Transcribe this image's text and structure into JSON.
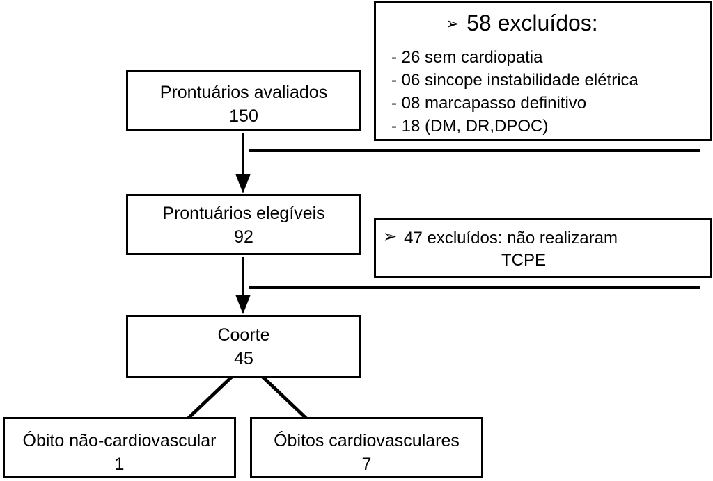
{
  "boxes": {
    "avaliados": {
      "label": "Prontuários avaliados",
      "value": "150"
    },
    "elegiveis": {
      "label": "Prontuários elegíveis",
      "value": "92"
    },
    "coorte": {
      "label": "Coorte",
      "value": "45"
    },
    "obito_nao_cardiovascular": {
      "label": "Óbito não-cardiovascular",
      "value": "1"
    },
    "obitos_cardiovasculares": {
      "label": "Óbitos cardiovasculares",
      "value": "7"
    }
  },
  "exclusions_first": {
    "title": "58 excluídos:",
    "items": [
      "- 26 sem cardiopatia",
      "- 06 sincope instabilidade elétrica",
      "- 08 marcapasso definitivo",
      "- 18 (DM, DR,DPOC)"
    ]
  },
  "exclusions_second": {
    "line1": "47 excluídos: não realizaram",
    "line2": "TCPE"
  },
  "icons": {
    "bullet": "arrow-bullet-icon"
  }
}
